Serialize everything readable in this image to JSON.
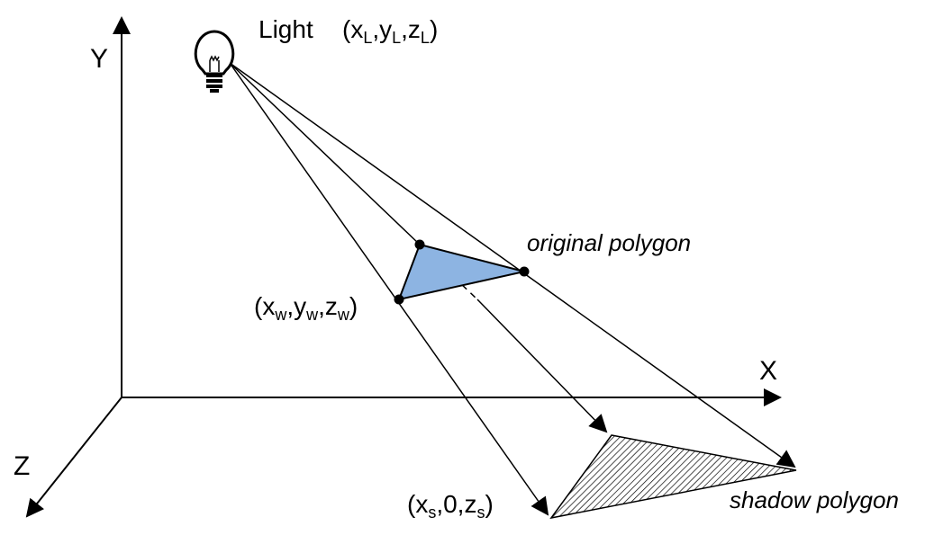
{
  "axes": {
    "y_label": "Y",
    "x_label": "X",
    "z_label": "Z"
  },
  "light": {
    "label": "Light",
    "coord_open": "(",
    "x": "x",
    "x_sub": "L",
    "sep1": ",",
    "y": "y",
    "y_sub": "L",
    "sep2": ",",
    "z": "z",
    "z_sub": "L",
    "coord_close": ")",
    "icon": "light-bulb-icon"
  },
  "original_polygon": {
    "label": "original polygon",
    "fill_color": "#8DB4E2",
    "vertex_label": {
      "open": "(",
      "x": "x",
      "x_sub": "w",
      "sep1": ",",
      "y": "y",
      "y_sub": "w",
      "sep2": ",",
      "z": "z",
      "z_sub": "w",
      "close": ")"
    }
  },
  "shadow_polygon": {
    "label": "shadow polygon",
    "vertex_label": {
      "open": "(",
      "x": "x",
      "x_sub": "s",
      "mid": ",0,",
      "z": "z",
      "z_sub": "s",
      "close": ")"
    }
  }
}
